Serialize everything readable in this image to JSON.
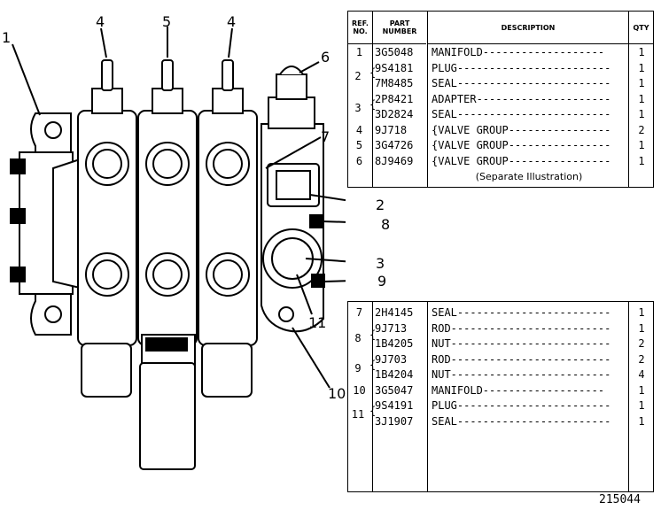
{
  "callouts": [
    "1",
    "4",
    "5",
    "4",
    "6",
    "7",
    "2",
    "8",
    "3",
    "9",
    "11",
    "10"
  ],
  "table_top": {
    "headers": {
      "ref": "REF. NO.",
      "part": "PART NUMBER",
      "desc": "DESCRIPTION",
      "qty": "QTY"
    },
    "rows": [
      {
        "ref": "1",
        "part": "3G5048",
        "desc": "MANIFOLD-------------------",
        "qty": "1"
      },
      {
        "ref": "",
        "part": "9S4181",
        "desc": "PLUG------------------------",
        "qty": "1"
      },
      {
        "ref": "",
        "part": "7M8485",
        "desc": "SEAL------------------------",
        "qty": "1"
      },
      {
        "ref": "",
        "part": "2P8421",
        "desc": "ADAPTER---------------------",
        "qty": "1"
      },
      {
        "ref": "",
        "part": "3D2824",
        "desc": "SEAL------------------------",
        "qty": "1"
      },
      {
        "ref": "4",
        "part": "9J718",
        "desc": "{VALVE GROUP----------------",
        "qty": "2"
      },
      {
        "ref": "5",
        "part": "3G4726",
        "desc": "{VALVE GROUP----------------",
        "qty": "1"
      },
      {
        "ref": "6",
        "part": "8J9469",
        "desc": "{VALVE GROUP----------------",
        "qty": "1"
      }
    ],
    "group_refs": [
      "2",
      "3"
    ],
    "note": "(Separate Illustration)"
  },
  "table_bottom": {
    "rows": [
      {
        "ref": "7",
        "part": "2H4145",
        "desc": "SEAL------------------------",
        "qty": "1"
      },
      {
        "ref": "",
        "part": "9J713",
        "desc": "ROD-------------------------",
        "qty": "1"
      },
      {
        "ref": "",
        "part": "1B4205",
        "desc": "NUT-------------------------",
        "qty": "2"
      },
      {
        "ref": "",
        "part": "9J703",
        "desc": "ROD-------------------------",
        "qty": "2"
      },
      {
        "ref": "",
        "part": "1B4204",
        "desc": "NUT-------------------------",
        "qty": "4"
      },
      {
        "ref": "10",
        "part": "3G5047",
        "desc": "MANIFOLD-------------------",
        "qty": "1"
      },
      {
        "ref": "",
        "part": "9S4191",
        "desc": "PLUG------------------------",
        "qty": "1"
      },
      {
        "ref": "",
        "part": "3J1907",
        "desc": "SEAL------------------------",
        "qty": "1"
      }
    ],
    "group_refs": [
      "8",
      "9",
      "11"
    ]
  },
  "drawing_number": "215044"
}
